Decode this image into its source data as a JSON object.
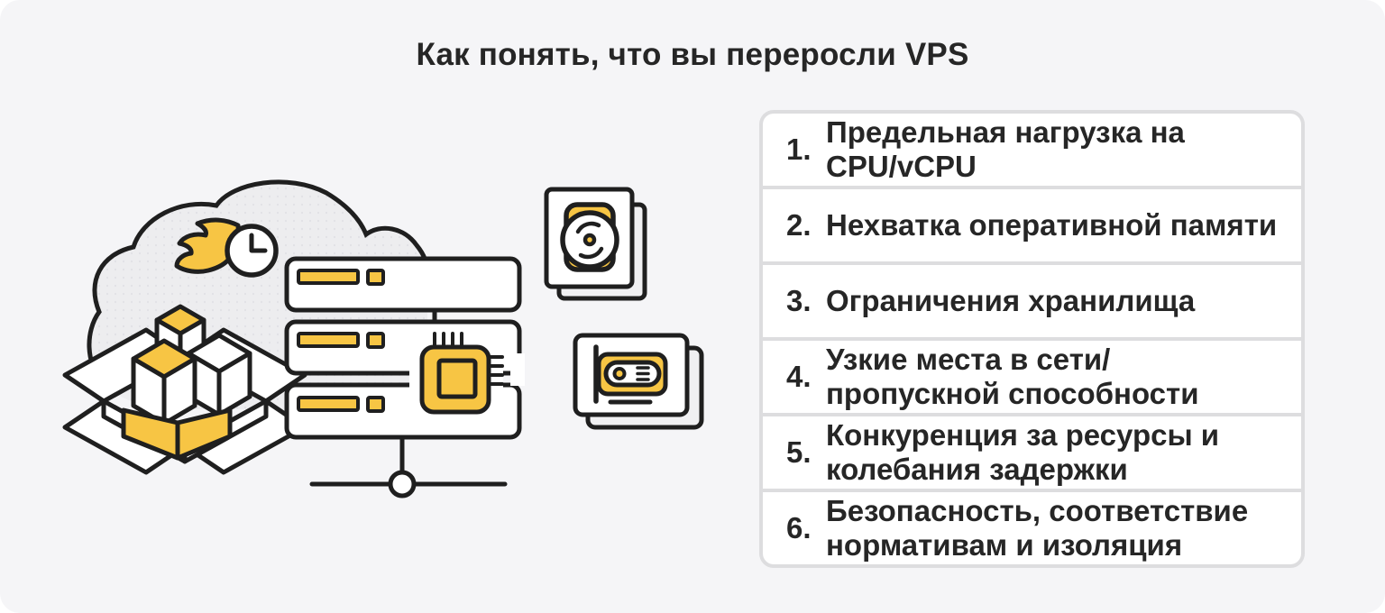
{
  "title": "Как понять, что вы переросли VPS",
  "checklist": {
    "items": [
      {
        "number": "1.",
        "text": "Предельная нагрузка на CPU/vCPU"
      },
      {
        "number": "2.",
        "text": "Нехватка оперативной памяти"
      },
      {
        "number": "3.",
        "text": "Ограничения хранилища"
      },
      {
        "number": "4.",
        "text": "Узкие места в сети/пропускной способности"
      },
      {
        "number": "5.",
        "text": "Конкуренция за ресурсы и колебания задержки"
      },
      {
        "number": "6.",
        "text": "Безопасность, соответствие нормативам и изоляция"
      }
    ]
  },
  "illustration": {
    "parts": [
      "cloud",
      "speed-clock",
      "package-box",
      "server-rack",
      "cpu-chip",
      "hdd-disk-stack",
      "network-card-stack",
      "network-node"
    ]
  },
  "colors": {
    "accent_yellow": "#F7C544",
    "outline_black": "#1F1F1F",
    "cloud_gray": "#EDEDEF",
    "background": "#F5F5F7",
    "card_border": "#DDDDDF",
    "card_white": "#FFFFFF",
    "text_dark": "#262626"
  }
}
